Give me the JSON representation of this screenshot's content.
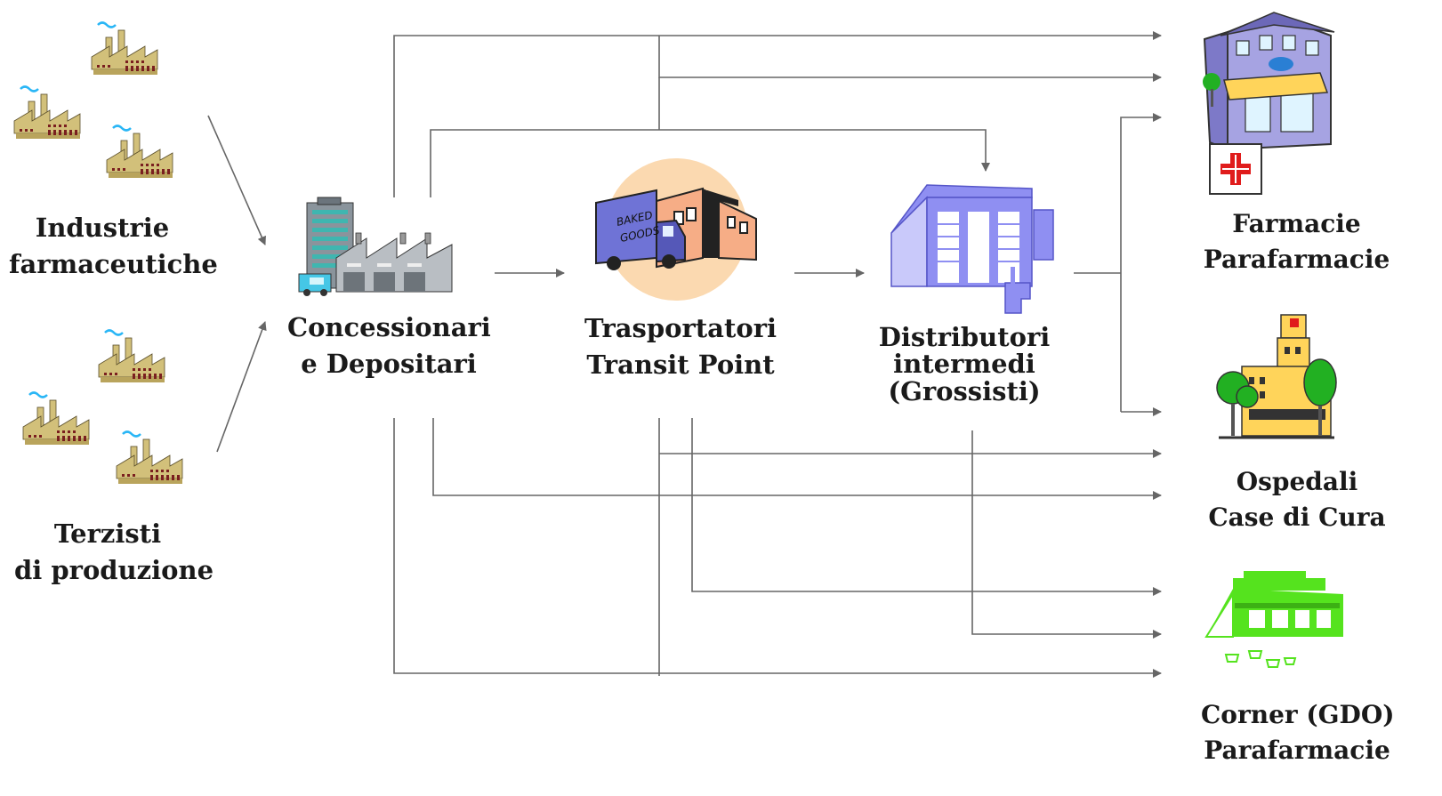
{
  "nodes": {
    "industrie": {
      "line1": "Industrie",
      "line2": "farmaceutiche"
    },
    "terzisti": {
      "line1": "Terzisti",
      "line2": "di produzione"
    },
    "concessionari": {
      "line1": "Concessionari",
      "line2": "e Depositari"
    },
    "trasportatori": {
      "line1": "Trasportatori",
      "line2": "Transit Point"
    },
    "distributori": {
      "line1": "Distributori",
      "line2": "intermedi",
      "line3": "(Grossisti)"
    },
    "farmacie": {
      "line1": "Farmacie",
      "line2": "Parafarmacie"
    },
    "ospedali": {
      "line1": "Ospedali",
      "line2": "Case di Cura"
    },
    "corner": {
      "line1": "Corner (GDO)",
      "line2": "Parafarmacie"
    }
  },
  "truck_text": {
    "line1": "BAKED",
    "line2": "GOODS"
  },
  "colors": {
    "line": "#666666",
    "factory": "#d2c07a",
    "wholesaler": "#8f8ff2",
    "supermarket": "#55e31e",
    "pharmacy": "#8a86d6",
    "hospital_tree": "#22b022",
    "cross": "#e01c1c"
  }
}
